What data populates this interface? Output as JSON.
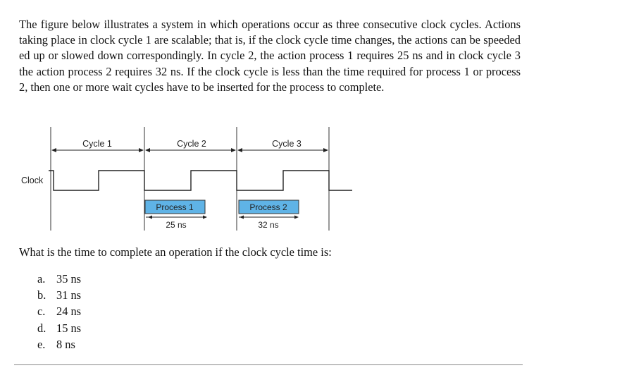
{
  "problem": {
    "intro": "The figure below illustrates a system in which operations occur as three consecutive clock cycles. Actions taking place in clock cycle 1 are scalable; that is, if the clock cycle time changes, the actions can be speeded ed up or slowed down correspondingly. In cycle 2, the action process 1 requires 25 ns and in clock cycle 3 the action process 2 requires 32 ns. If the clock cycle is less than the time required for process 1 or process 2, then one or more wait cycles have to be inserted for the process to complete.",
    "question": "What is the time to complete an operation if the clock cycle time is:",
    "options": [
      {
        "letter": "a.",
        "text": "35 ns"
      },
      {
        "letter": "b.",
        "text": "31 ns"
      },
      {
        "letter": "c.",
        "text": "24 ns"
      },
      {
        "letter": "d.",
        "text": "15 ns"
      },
      {
        "letter": "e.",
        "text": "8 ns"
      }
    ]
  },
  "diagram": {
    "cycles": [
      "Cycle 1",
      "Cycle 2",
      "Cycle 3"
    ],
    "clock_label": "Clock",
    "process1": {
      "label": "Process 1",
      "duration": "25 ns"
    },
    "process2": {
      "label": "Process 2",
      "duration": "32 ns"
    },
    "box_fill": "#5fb3e6"
  }
}
